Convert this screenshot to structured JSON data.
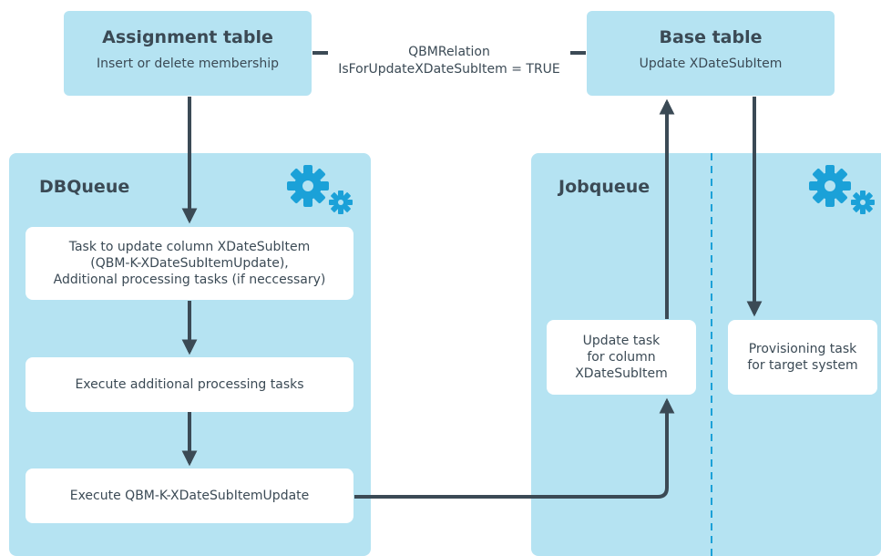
{
  "assignment_table": {
    "title": "Assignment table",
    "subtitle": "Insert or delete membership"
  },
  "base_table": {
    "title": "Base table",
    "subtitle": "Update XDateSubItem"
  },
  "relation": {
    "line1": "QBMRelation",
    "line2": "IsForUpdateXDateSubItem = TRUE"
  },
  "dbqueue": {
    "title": "DBQueue",
    "tasks": [
      "Task to update column XDateSubItem\n(QBM-K-XDateSubItemUpdate),\nAdditional processing tasks (if neccessary)",
      "Execute additional processing tasks",
      "Execute  QBM-K-XDateSubItemUpdate"
    ]
  },
  "jobqueue": {
    "title": "Jobqueue",
    "update_task": "Update task\nfor column\nXDateSubItem",
    "provisioning_task": "Provisioning task\nfor target system"
  },
  "colors": {
    "panel": "#b5e3f2",
    "arrow": "#3b4a55",
    "gear": "#1ba1d8"
  },
  "icons": [
    "gear-icon",
    "gear-icon"
  ]
}
